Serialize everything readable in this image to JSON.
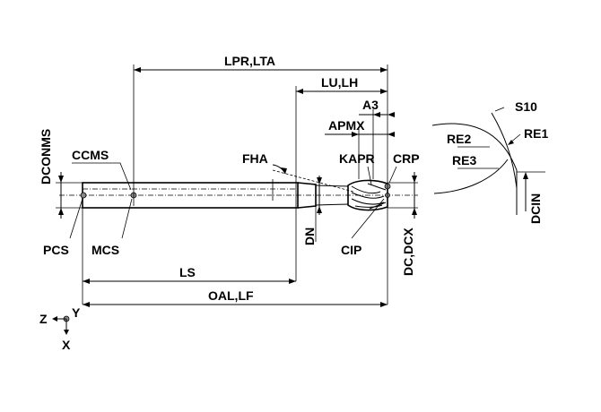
{
  "labels": {
    "lpr_lta": "LPR,LTA",
    "lu_lh": "LU,LH",
    "a3": "A3",
    "apmx": "APMX",
    "s10": "S10",
    "re1": "RE1",
    "re2": "RE2",
    "re3": "RE3",
    "dconms": "DCONMS",
    "ccms": "CCMS",
    "fha": "FHA",
    "kapr": "KAPR",
    "crp": "CRP",
    "dcin": "DCIN",
    "pcs": "PCS",
    "mcs": "MCS",
    "dn": "DN",
    "cip": "CIP",
    "dc_dcx": "DC,DCX",
    "ls": "LS",
    "oal_lf": "OAL,LF",
    "axis_z": "Z",
    "axis_y": "Y",
    "axis_x": "X"
  }
}
